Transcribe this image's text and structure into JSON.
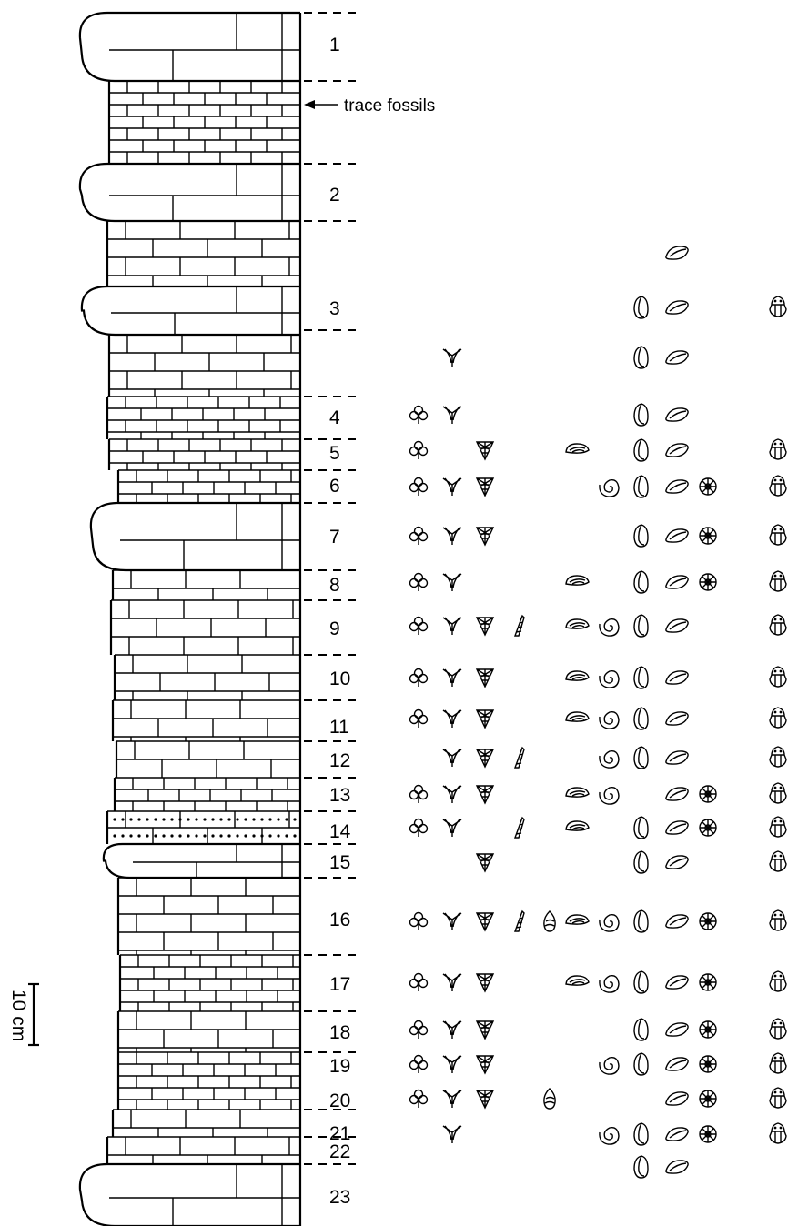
{
  "annotation": "trace fossils",
  "scale_label": "10 cm",
  "beds": [
    {
      "label": "1"
    },
    {
      "label": "2"
    },
    {
      "label": "3"
    },
    {
      "label": "4"
    },
    {
      "label": "5"
    },
    {
      "label": "6"
    },
    {
      "label": "7"
    },
    {
      "label": "8"
    },
    {
      "label": "9"
    },
    {
      "label": "10"
    },
    {
      "label": "11"
    },
    {
      "label": "12"
    },
    {
      "label": "13"
    },
    {
      "label": "14"
    },
    {
      "label": "15"
    },
    {
      "label": "16"
    },
    {
      "label": "17"
    },
    {
      "label": "18"
    },
    {
      "label": "19"
    },
    {
      "label": "20"
    },
    {
      "label": "21"
    },
    {
      "label": "22"
    },
    {
      "label": "23"
    }
  ],
  "fossil_columns": [
    "clover-fossil-icon",
    "crinoid-fossil-icon",
    "web-fossil-icon",
    "spire-shell-icon",
    "gastropod-icon",
    "brachiopod-icon",
    "ammonite-icon",
    "bivalve-icon",
    "lens-shell-icon",
    "star-wheel-icon",
    "trilobite-icon"
  ],
  "occurrences": [
    {
      "row": "a",
      "fossils": [
        8
      ]
    },
    {
      "row": "b",
      "fossils": [
        7,
        8,
        10
      ]
    },
    {
      "row": "c",
      "fossils": [
        1,
        7,
        8
      ]
    },
    {
      "row": "4",
      "fossils": [
        0,
        1,
        7,
        8
      ]
    },
    {
      "row": "5",
      "fossils": [
        0,
        2,
        5,
        7,
        8,
        10
      ]
    },
    {
      "row": "6",
      "fossils": [
        0,
        1,
        2,
        6,
        7,
        8,
        9,
        10
      ]
    },
    {
      "row": "7",
      "fossils": [
        0,
        1,
        2,
        7,
        8,
        9,
        10
      ]
    },
    {
      "row": "8",
      "fossils": [
        0,
        1,
        5,
        7,
        8,
        9,
        10
      ]
    },
    {
      "row": "9",
      "fossils": [
        0,
        1,
        2,
        3,
        5,
        6,
        7,
        8,
        10
      ]
    },
    {
      "row": "10",
      "fossils": [
        0,
        1,
        2,
        5,
        6,
        7,
        8,
        10
      ]
    },
    {
      "row": "11",
      "fossils": [
        0,
        1,
        2,
        5,
        6,
        7,
        8,
        10
      ]
    },
    {
      "row": "12",
      "fossils": [
        1,
        2,
        3,
        6,
        7,
        8,
        10
      ]
    },
    {
      "row": "13",
      "fossils": [
        0,
        1,
        2,
        5,
        6,
        8,
        9,
        10
      ]
    },
    {
      "row": "14",
      "fossils": [
        0,
        1,
        3,
        5,
        7,
        8,
        9,
        10
      ]
    },
    {
      "row": "15",
      "fossils": [
        2,
        7,
        8,
        10
      ]
    },
    {
      "row": "16",
      "fossils": [
        0,
        1,
        2,
        3,
        4,
        5,
        6,
        7,
        8,
        9,
        10
      ]
    },
    {
      "row": "17",
      "fossils": [
        0,
        1,
        2,
        5,
        6,
        7,
        8,
        9,
        10
      ]
    },
    {
      "row": "18",
      "fossils": [
        0,
        1,
        2,
        7,
        8,
        9,
        10
      ]
    },
    {
      "row": "19",
      "fossils": [
        0,
        1,
        2,
        6,
        7,
        8,
        9,
        10
      ]
    },
    {
      "row": "20",
      "fossils": [
        0,
        1,
        2,
        4,
        8,
        9,
        10
      ]
    },
    {
      "row": "21",
      "fossils": [
        1,
        6,
        7,
        8,
        9,
        10
      ]
    },
    {
      "row": "22",
      "fossils": [
        7,
        8
      ]
    }
  ]
}
